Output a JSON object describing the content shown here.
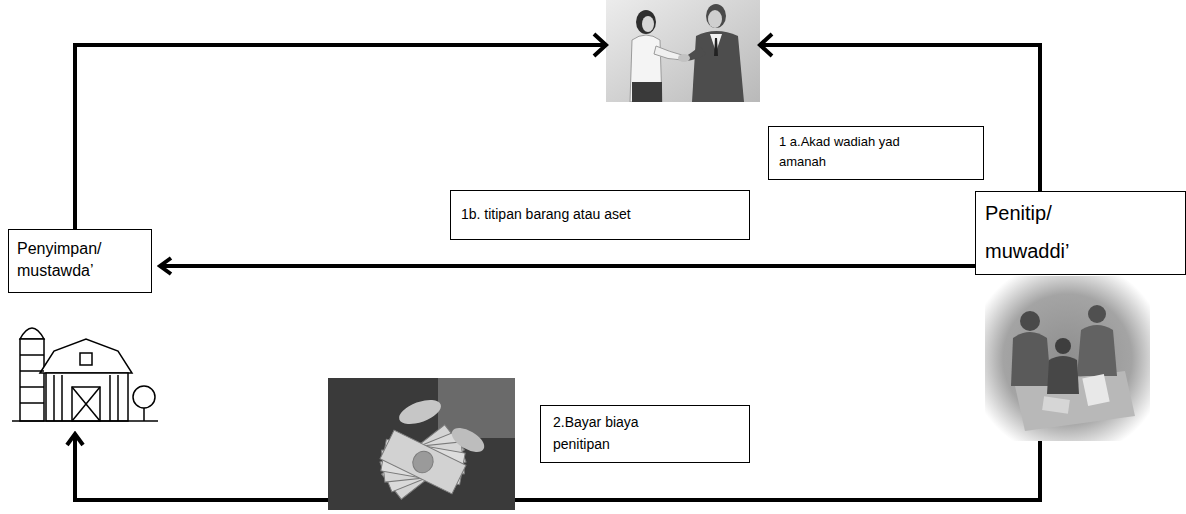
{
  "diagram": {
    "nodes": [
      {
        "text": [
          "Penyimpan/ mustawda’"
        ]
      },
      {
        "text": [
          "Penitip/ muwaddi’"
        ]
      }
    ],
    "edges": [
      {
        "from": 0,
        "to": 1,
        "arrow": "none",
        "label": "1 a.Akad wadiah yad amanah"
      },
      {
        "from": 1,
        "to": 0,
        "arrow": "to",
        "label": "1b. titipan barang atau aset"
      },
      {
        "from": 1,
        "to": 0,
        "arrow": "to",
        "label": "2.Bayar biaya penitipan"
      }
    ]
  }
}
